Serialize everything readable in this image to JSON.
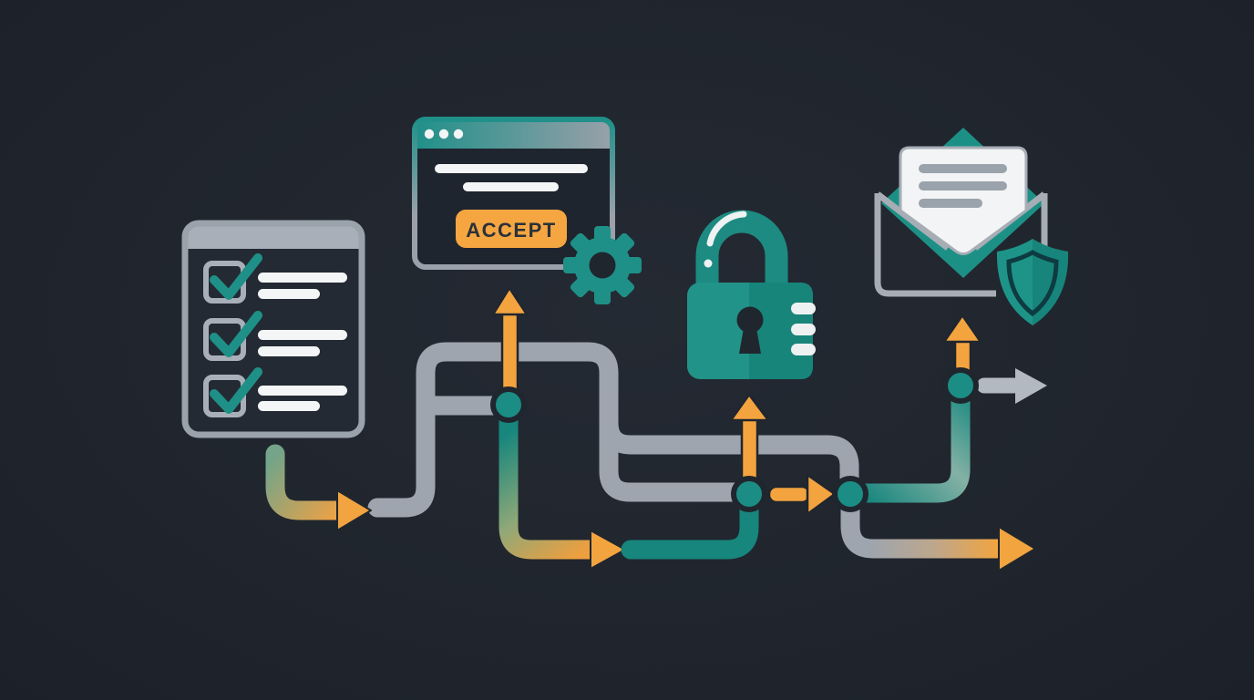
{
  "illustration": {
    "accept_button": {
      "label": "ACCEPT"
    },
    "colors": {
      "background": "#20262e",
      "teal": "#1b8d84",
      "teal_dark": "#16857a",
      "orange": "#f4a43f",
      "pipe_gray": "#9ea5ae",
      "panel_gray": "#a9afb8",
      "white": "#f3f5f6"
    },
    "icons": [
      "checklist-icon",
      "browser-window-icon",
      "gear-icon",
      "padlock-icon",
      "envelope-icon",
      "letter-icon",
      "shield-icon",
      "flow-arrow-icons",
      "flow-node-dots"
    ]
  }
}
